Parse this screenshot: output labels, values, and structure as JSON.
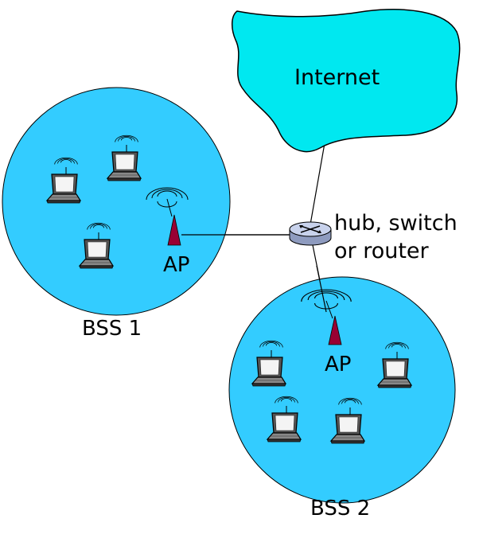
{
  "labels": {
    "internet": "Internet",
    "hub_line1": "hub, switch",
    "hub_line2": "or router",
    "ap1": "AP",
    "ap2": "AP",
    "bss1": "BSS 1",
    "bss2": "BSS 2"
  },
  "colors": {
    "cell_fill": "#33ccff",
    "cloud_fill": "#00e8f0",
    "antenna": "#990033",
    "laptop_body": "#555555",
    "laptop_screen": "#f4f4f4",
    "router_fill": "#c8d2ec",
    "line": "#000000"
  },
  "icons": {
    "cloud": "internet-cloud-icon",
    "router": "router-icon",
    "antenna": "access-point-antenna-icon",
    "laptop": "wireless-laptop-icon",
    "waves": "wireless-signal-icon"
  }
}
